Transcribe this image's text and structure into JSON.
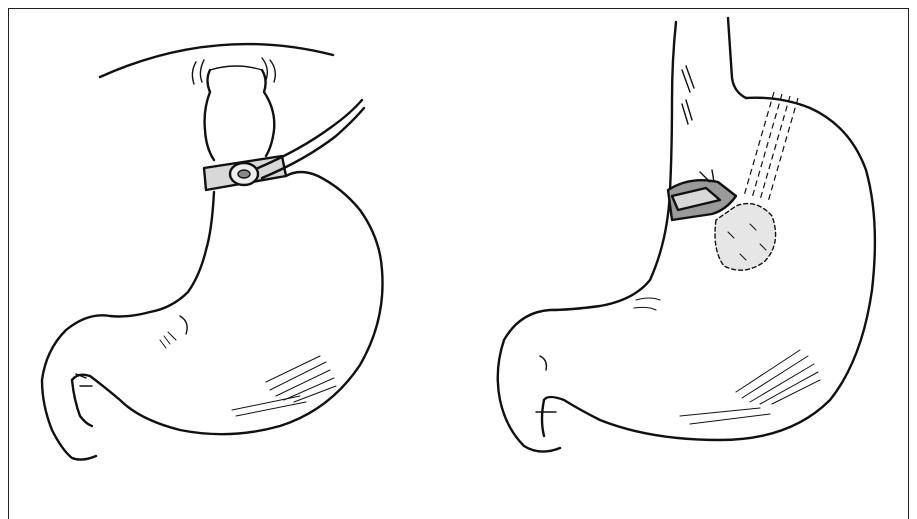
{
  "figure": {
    "panels": [
      {
        "id": "left",
        "content": "stomach-with-adjustable-gastric-band"
      },
      {
        "id": "right",
        "content": "stomach-with-band-and-sutured-fundoplication"
      }
    ],
    "colors": {
      "ink": "#111111",
      "band_fill": "#d8d8d8",
      "band_dark": "#555555",
      "patch_fill": "#e6e6e6",
      "background": "#ffffff"
    }
  }
}
